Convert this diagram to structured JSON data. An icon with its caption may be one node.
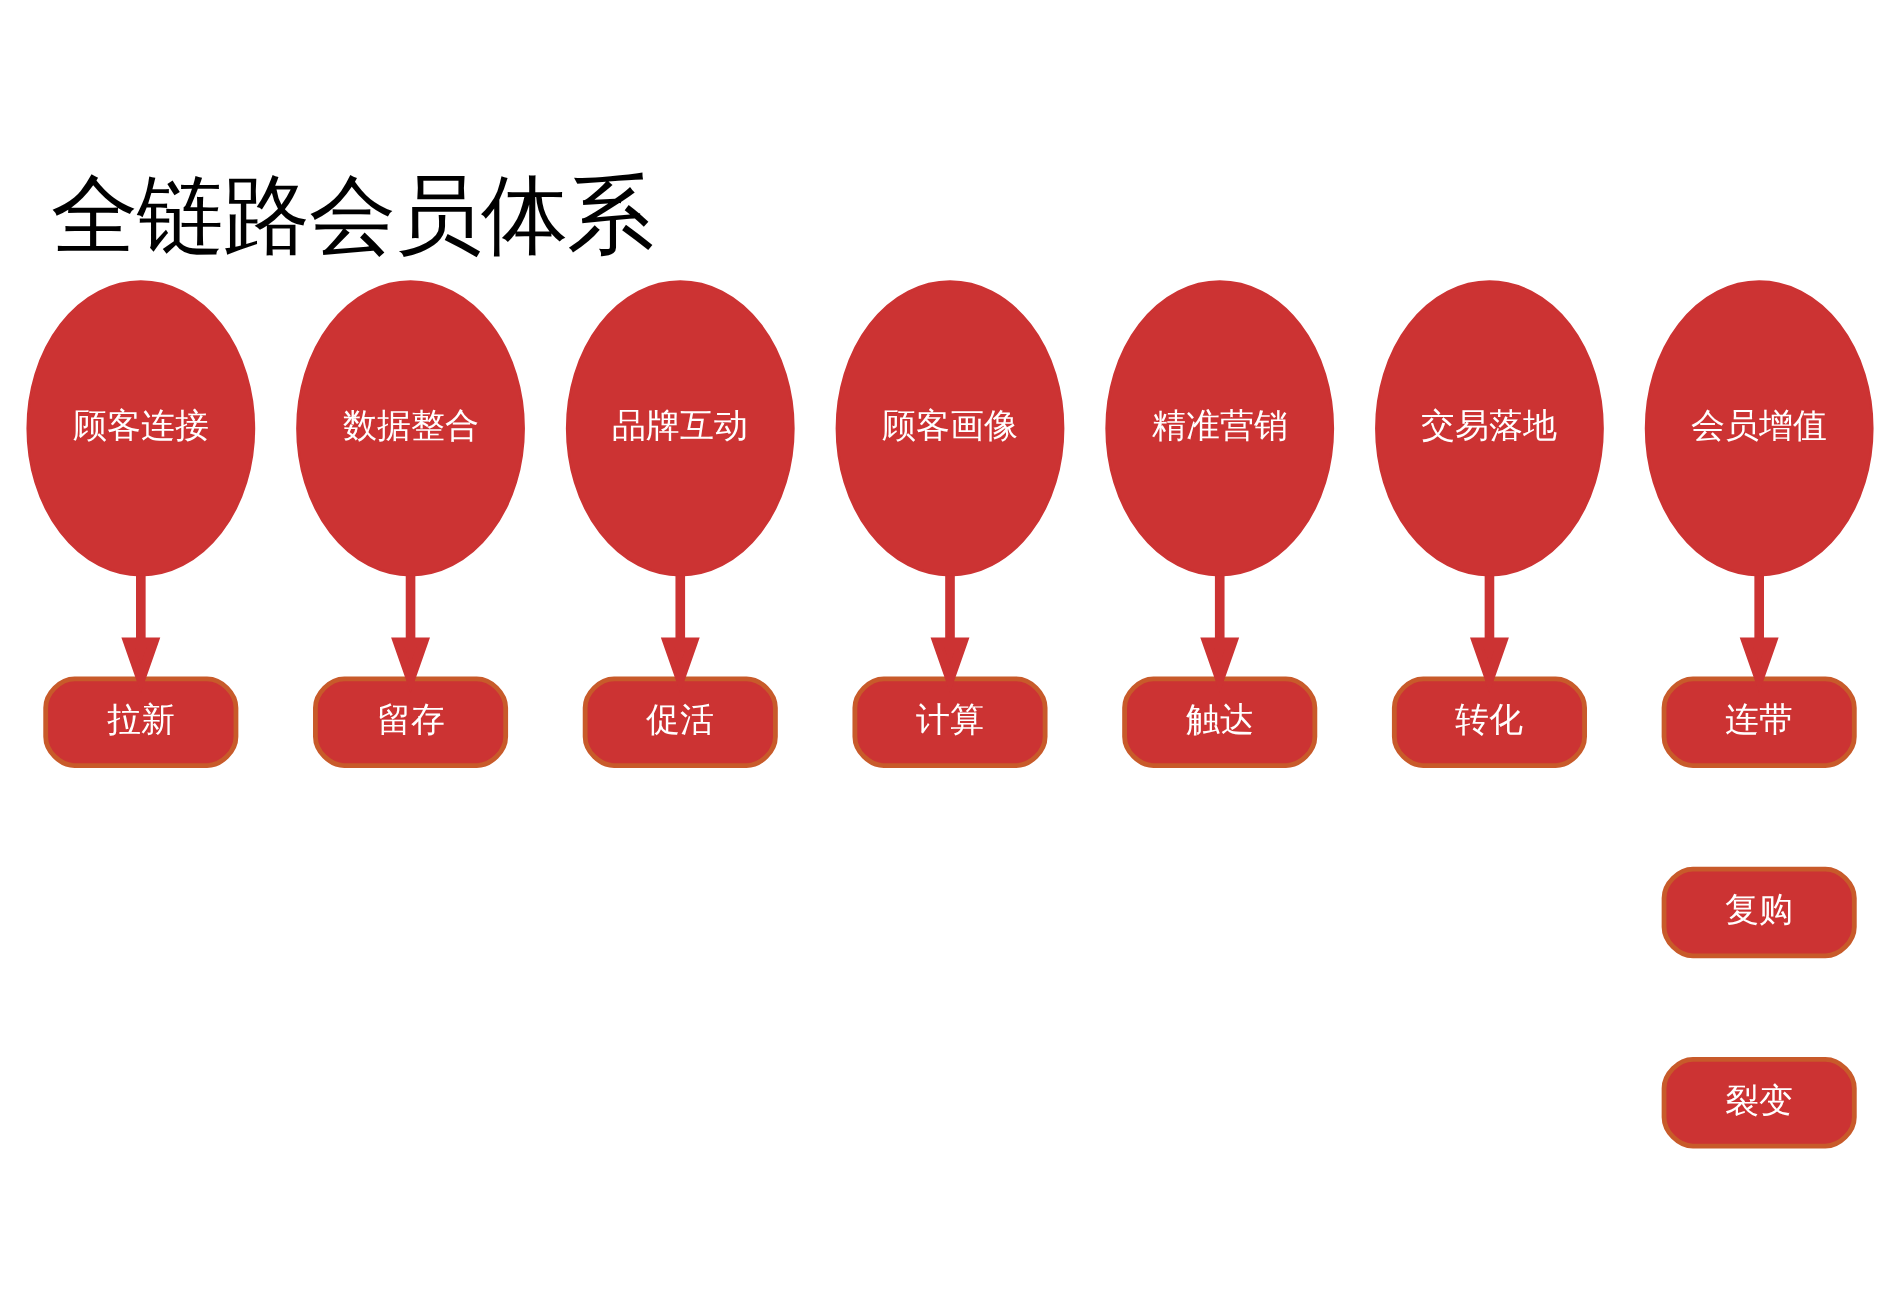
{
  "diagram": {
    "title": "全链路会员体系",
    "nodes": [
      {
        "text": [
          "顾客连接"
        ]
      },
      {
        "text": [
          "数据整合"
        ]
      },
      {
        "text": [
          "品牌互动"
        ]
      },
      {
        "text": [
          "顾客画像"
        ]
      },
      {
        "text": [
          "精准营销"
        ]
      },
      {
        "text": [
          "交易落地"
        ]
      },
      {
        "text": [
          "会员增值"
        ]
      },
      {
        "text": [
          "拉新"
        ]
      },
      {
        "text": [
          "留存"
        ]
      },
      {
        "text": [
          "促活"
        ]
      },
      {
        "text": [
          "计算"
        ]
      },
      {
        "text": [
          "触达"
        ]
      },
      {
        "text": [
          "转化"
        ]
      },
      {
        "text": [
          "连带"
        ]
      },
      {
        "text": [
          "复购"
        ]
      },
      {
        "text": [
          "裂变"
        ]
      }
    ],
    "edges": [
      {
        "from": 0,
        "to": 7,
        "arrow": "to"
      },
      {
        "from": 1,
        "to": 8,
        "arrow": "to"
      },
      {
        "from": 2,
        "to": 9,
        "arrow": "to"
      },
      {
        "from": 3,
        "to": 10,
        "arrow": "to"
      },
      {
        "from": 4,
        "to": 11,
        "arrow": "to"
      },
      {
        "from": 5,
        "to": 12,
        "arrow": "to"
      },
      {
        "from": 6,
        "to": 13,
        "arrow": "to"
      }
    ]
  }
}
